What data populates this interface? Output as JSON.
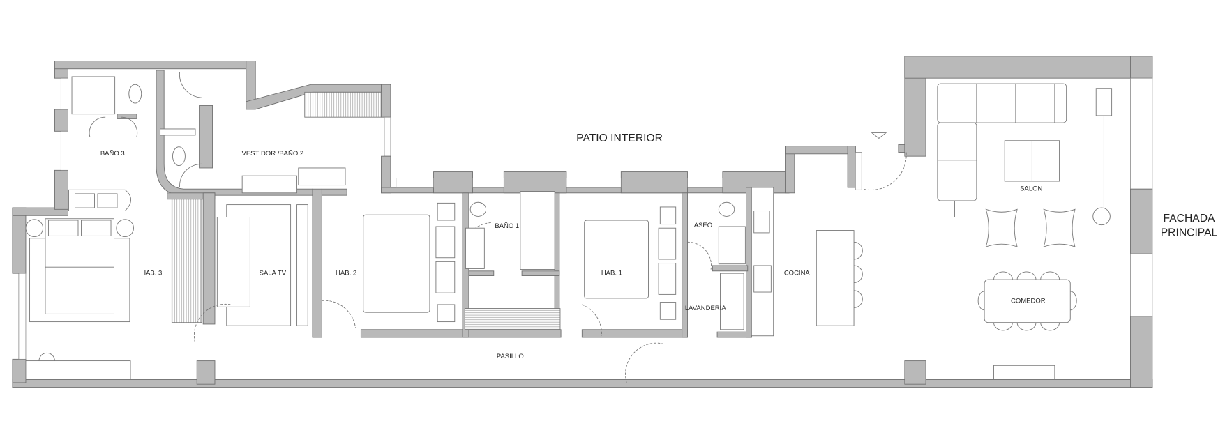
{
  "labels": {
    "patio": "PATIO INTERIOR",
    "bano3": "BAÑO 3",
    "vestidor": "VESTIDOR /BAÑO 2",
    "hab3": "HAB. 3",
    "sala_tv": "SALA TV",
    "hab2": "HAB. 2",
    "bano1": "BAÑO 1",
    "hab1": "HAB. 1",
    "aseo": "ASEO",
    "cocina": "COCINA",
    "lavanderia": "LAVANDERIA",
    "pasillo": "PASILLO",
    "salon": "SALÓN",
    "comedor": "COMEDOR",
    "fachada_line1": "FACHADA",
    "fachada_line2": "PRINCIPAL"
  },
  "colors": {
    "wall": "#b9b9b9",
    "line": "#777777"
  }
}
